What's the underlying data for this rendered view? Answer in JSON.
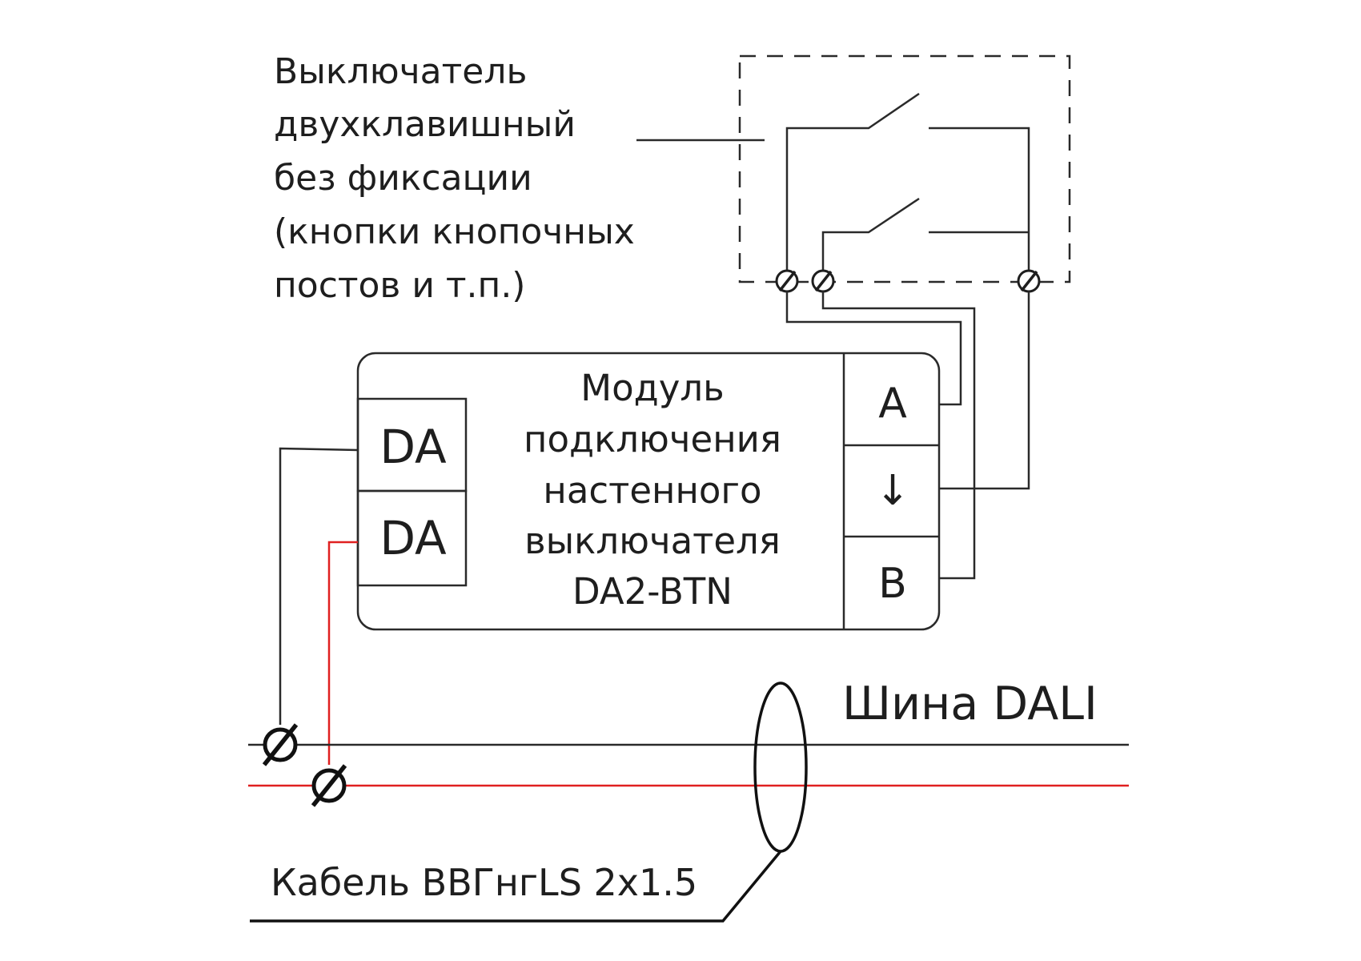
{
  "switch_label": {
    "lines": [
      "Выключатель",
      "двухклавишный",
      "без фиксации",
      "(кнопки кнопочных",
      "постов и т.п.)"
    ]
  },
  "module": {
    "title_lines": [
      "Модуль",
      "подключения",
      "настенного",
      "выключателя",
      "DA2-BTN"
    ],
    "left_terminals": [
      "DA",
      "DA"
    ],
    "right_terminals": [
      "A",
      "↓",
      "B"
    ]
  },
  "bus_label": "Шина DALI",
  "cable_label": "Кабель ВВГнгLS 2x1.5",
  "colors": {
    "wire": "#2a2a2a",
    "dali_red": "#e02020",
    "background": "#ffffff"
  }
}
